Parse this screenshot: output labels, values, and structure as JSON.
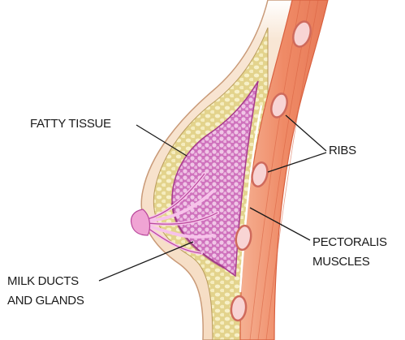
{
  "labels": {
    "fatty_tissue": "FATTY TISSUE",
    "ribs": "RIBS",
    "pectoralis_line1": "PECTORALIS",
    "pectoralis_line2": "MUSCLES",
    "milk_line1": "MILK DUCTS",
    "milk_line2": "AND GLANDS"
  },
  "colors": {
    "skin": "#f6dcc2",
    "skin_outline": "#c99a78",
    "fat": "#e9dc9a",
    "fat_blob": "#f7f0c8",
    "gland": "#d98ac7",
    "gland_dark": "#b9479b",
    "gland_lobule": "#f0c6e6",
    "duct": "#f3b8e3",
    "nipple": "#f0a4d4",
    "muscle": "#f08a66",
    "muscle_light": "#f5a98a",
    "muscle_dark": "#d8603f",
    "rib": "#f8d0d0",
    "rib_outline": "#cf6a5c",
    "leader_line": "#1a1a1a"
  }
}
